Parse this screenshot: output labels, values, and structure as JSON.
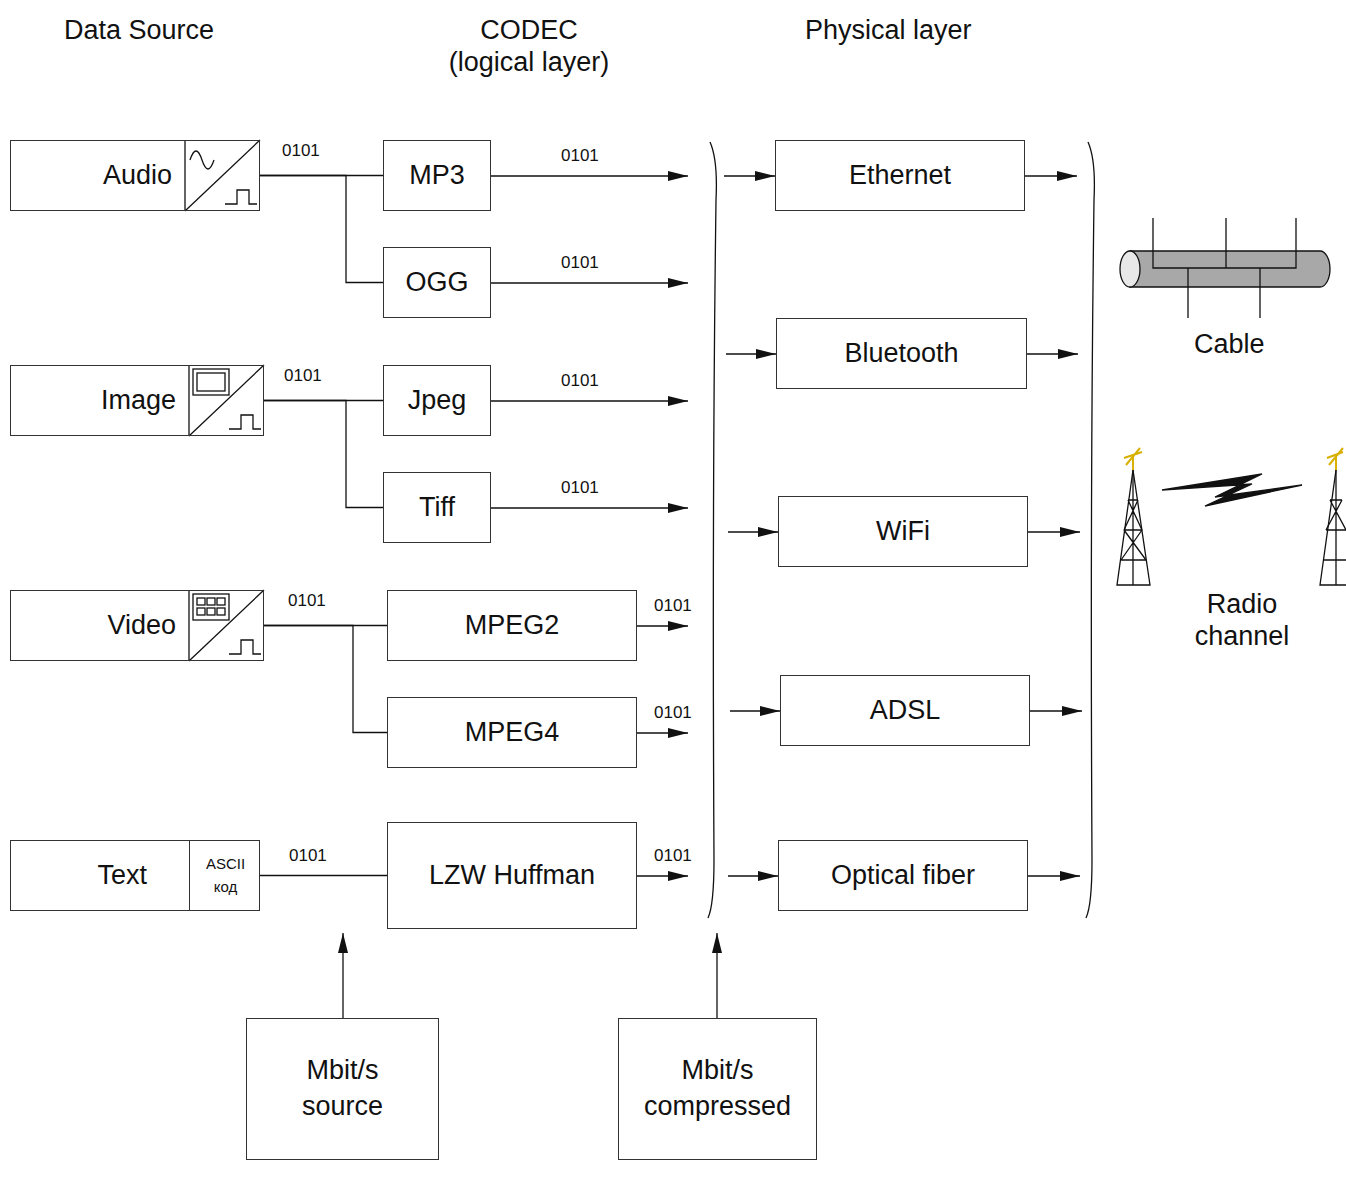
{
  "diagram": {
    "nodes": [
      {
        "text": [
          "Audio"
        ]
      },
      {
        "text": [
          "MP3"
        ]
      },
      {
        "text": [
          "OGG"
        ]
      },
      {
        "text": [
          "Image"
        ]
      },
      {
        "text": [
          "Jpeg"
        ]
      },
      {
        "text": [
          "Tiff"
        ]
      },
      {
        "text": [
          "Video"
        ]
      },
      {
        "text": [
          "MPEG2"
        ]
      },
      {
        "text": [
          "MPEG4"
        ]
      },
      {
        "text": [
          "Text"
        ]
      },
      {
        "text": [
          "ASCII код"
        ],
        "in": 9
      },
      {
        "text": [
          "LZW Huffman"
        ]
      },
      {
        "text": [
          "Ethernet"
        ]
      },
      {
        "text": [
          "Bluetooth"
        ]
      },
      {
        "text": [
          "WiFi"
        ]
      },
      {
        "text": [
          "ADSL"
        ]
      },
      {
        "text": [
          "Optical fiber"
        ]
      },
      {
        "text": [
          "Mbit/s source"
        ]
      },
      {
        "text": [
          "Mbit/s compressed"
        ]
      }
    ],
    "edges": [
      {
        "from": 0,
        "to": 1,
        "arrow": "none",
        "label": "0101"
      },
      {
        "from": 0,
        "to": 2,
        "arrow": "none"
      },
      {
        "from": 3,
        "to": 4,
        "arrow": "none",
        "label": "0101"
      },
      {
        "from": 3,
        "to": 5,
        "arrow": "none"
      },
      {
        "from": 6,
        "to": 7,
        "arrow": "none",
        "label": "0101"
      },
      {
        "from": 6,
        "to": 8,
        "arrow": "none"
      },
      {
        "from": 9,
        "to": 11,
        "arrow": "none",
        "label": "0101"
      }
    ],
    "labels": [
      "Data Source",
      "CODEC (logical layer)",
      "Physical layer",
      "0101",
      "0101",
      "0101",
      "0101",
      "0101",
      "0101",
      "0101",
      "Cable",
      "Radio channel"
    ]
  }
}
